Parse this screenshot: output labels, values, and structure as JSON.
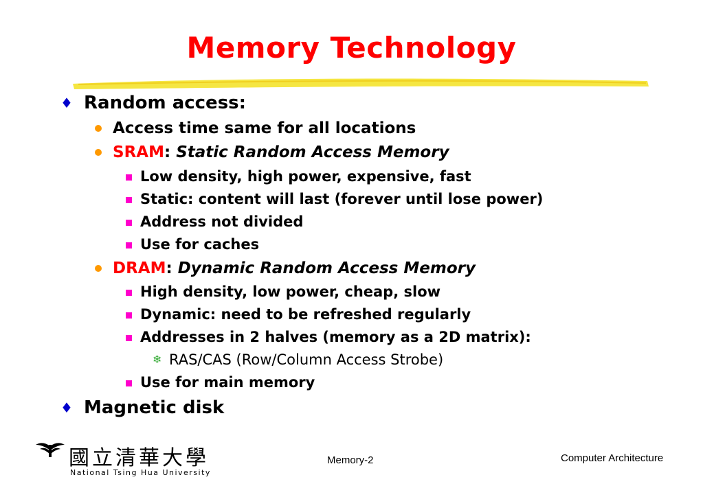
{
  "title": "Memory Technology",
  "bullets": {
    "random_access": "Random access:",
    "access_time": "Access time same for all locations",
    "sram_label": "SRAM",
    "sram_colon": ":",
    "sram_desc": "Static Random Access Memory",
    "sram_1": "Low density, high power, expensive, fast",
    "sram_2": "Static: content will last  (forever until lose power)",
    "sram_3": "Address not divided",
    "sram_4": "Use for caches",
    "dram_label": "DRAM",
    "dram_colon": ":",
    "dram_desc": "Dynamic Random Access Memory",
    "dram_1": "High density, low power, cheap, slow",
    "dram_2": "Dynamic: need to be refreshed regularly",
    "dram_3": "Addresses in 2 halves (memory as a 2D matrix):",
    "dram_3a": "RAS/CAS  (Row/Column Access Strobe)",
    "dram_4": "Use for main memory",
    "magnetic_disk": "Magnetic disk"
  },
  "footer": {
    "university_cn": "國立清華大學",
    "university_en": "National Tsing Hua University",
    "page": "Memory-2",
    "course": "Computer Architecture"
  },
  "colors": {
    "title": "#ff0000",
    "underline": "#f5e642",
    "level1_bullet": "#0000cc",
    "level2_bullet": "#ff9900",
    "level3_bullet": "#ff00cc",
    "level4_bullet": "#33aa33"
  },
  "icons": {
    "level1": "diamond-icon",
    "level2": "circle-bullet-icon",
    "level3": "square-bullet-icon",
    "level4": "snowflake-icon",
    "logo": "university-logo-icon"
  }
}
